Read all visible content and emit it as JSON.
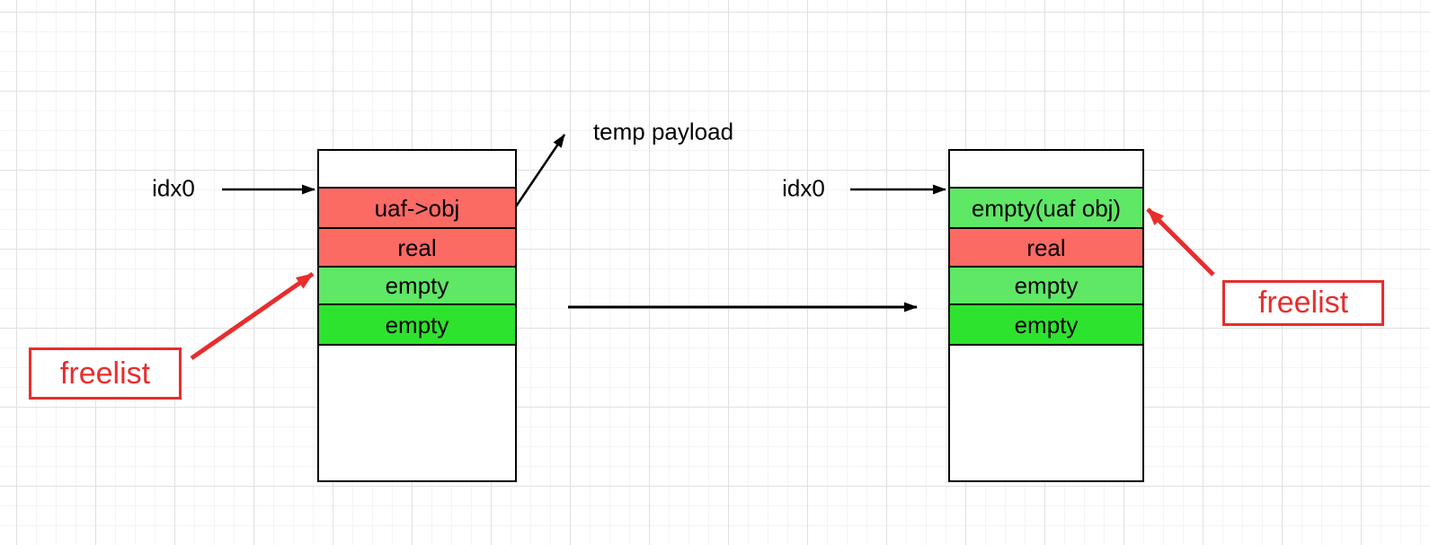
{
  "colors": {
    "cell_red": "#fc6a64",
    "cell_green_light": "#5fe766",
    "cell_green_bright": "#2ee32e",
    "annotation_red": "#e82d2d",
    "grid_minor": "#f4f4f4",
    "grid_major": "#e0e0e0"
  },
  "labels": {
    "idx0_left": "idx0",
    "idx0_right": "idx0",
    "temp_payload": "temp payload",
    "freelist_left": "freelist",
    "freelist_right": "freelist"
  },
  "left_array": {
    "rows": [
      {
        "label": "",
        "fill": "white"
      },
      {
        "label": "uaf->obj",
        "fill": "red"
      },
      {
        "label": "real",
        "fill": "red"
      },
      {
        "label": "empty",
        "fill": "green_light"
      },
      {
        "label": "empty",
        "fill": "green_bright"
      },
      {
        "label": "",
        "fill": "white"
      }
    ]
  },
  "right_array": {
    "rows": [
      {
        "label": "",
        "fill": "white"
      },
      {
        "label": "empty(uaf obj)",
        "fill": "green_light"
      },
      {
        "label": "real",
        "fill": "red"
      },
      {
        "label": "empty",
        "fill": "green_light"
      },
      {
        "label": "empty",
        "fill": "green_bright"
      },
      {
        "label": "",
        "fill": "white"
      }
    ]
  }
}
